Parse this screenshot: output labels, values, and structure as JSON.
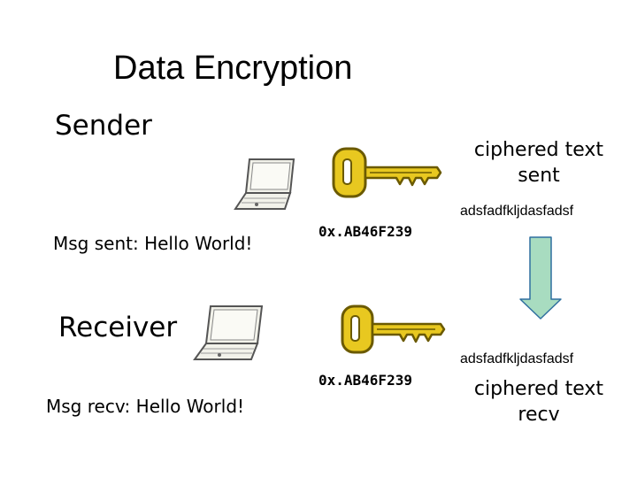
{
  "title": "Data Encryption",
  "sender": {
    "label": "Sender",
    "message": "Msg sent: Hello World!",
    "key": "0x.AB46F239",
    "cipher_label": "ciphered text sent",
    "ciphertext": "adsfadfkljdasfadsf"
  },
  "receiver": {
    "label": "Receiver",
    "message": "Msg recv: Hello World!",
    "key": "0x.AB46F239",
    "cipher_label": "ciphered text recv",
    "ciphertext": "adsfadfkljdasfadsf"
  },
  "colors": {
    "key_gold": "#e8c820",
    "key_dark": "#6b5a00",
    "arrow_fill": "#a8dcc0",
    "arrow_stroke": "#2f6f9f",
    "laptop_fill": "#f2f2ea"
  }
}
